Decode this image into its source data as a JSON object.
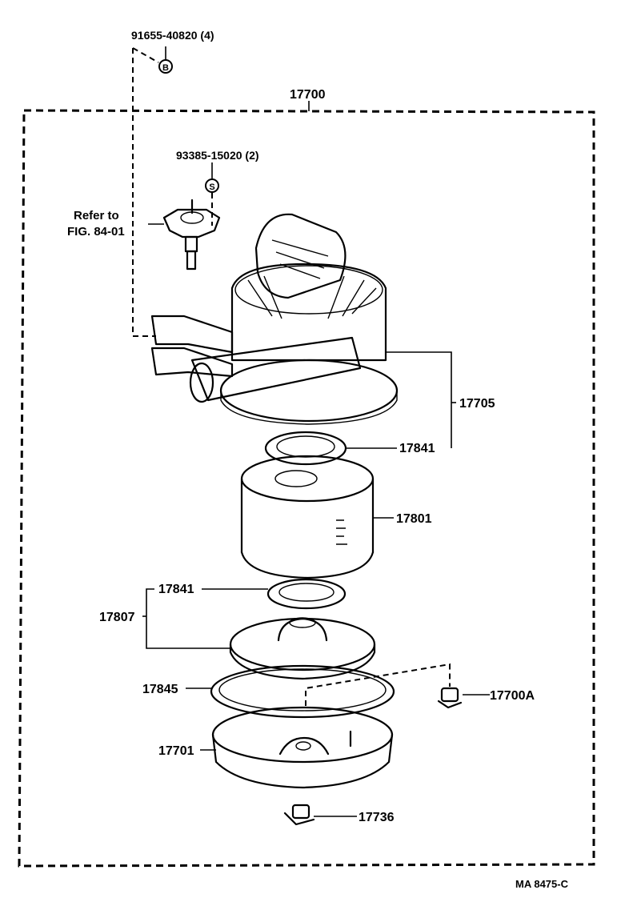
{
  "labels": {
    "bolt": "91655-40820 (4)",
    "assembly": "17700",
    "screw": "93385-15020 (2)",
    "refer_line1": "Refer to",
    "refer_line2": "FIG. 84-01",
    "body": "17705",
    "gasket_top": "17841",
    "element": "17801",
    "gasket_lower": "17841",
    "cap_sub": "17807",
    "seal_ring": "17845",
    "clamp_right": "17700A",
    "case": "17701",
    "clamp_bottom": "17736",
    "drawing_code": "MA 8475-C"
  },
  "symbols": {
    "bolt_marker": "B",
    "screw_marker": "S"
  }
}
